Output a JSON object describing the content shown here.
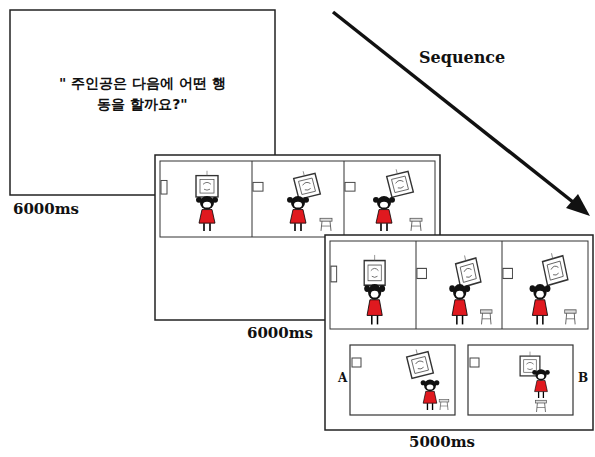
{
  "diagram": {
    "nodes": [
      {
        "text": [
          "\" 주인공은 다음에 어떤 행동을 할까요?\""
        ]
      }
    ],
    "labels": [
      "Sequence",
      "6000ms",
      "6000ms",
      "5000ms",
      "A",
      "B"
    ]
  }
}
